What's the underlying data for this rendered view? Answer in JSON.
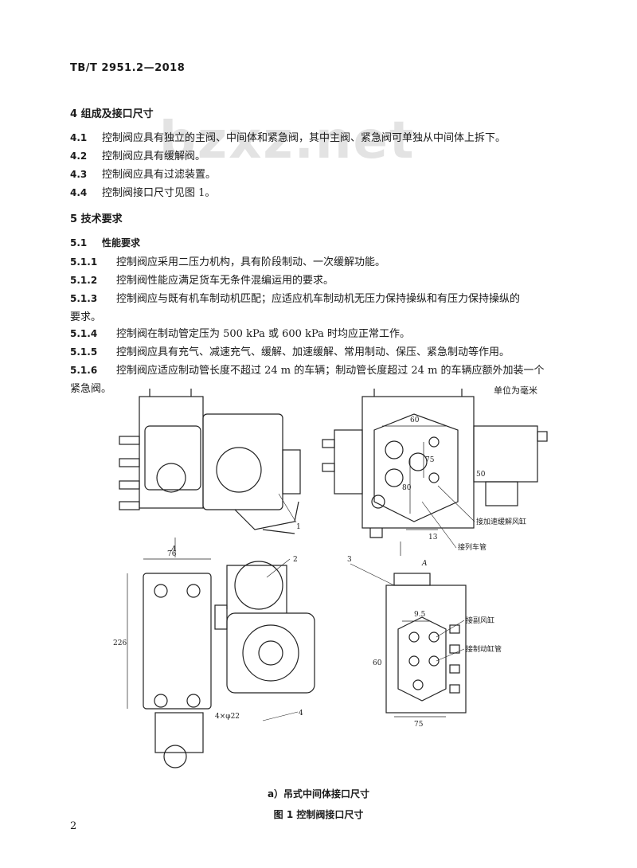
{
  "header": {
    "doc_code": "TB/T 2951.2—2018"
  },
  "watermark": {
    "text": "bzxz.net"
  },
  "sections": {
    "s4_title": "4  组成及接口尺寸",
    "s4_1_num": "4.1",
    "s4_1_text": "控制阀应具有独立的主阀、中间体和紧急阀，其中主阀、紧急阀可单独从中间体上拆下。",
    "s4_2_num": "4.2",
    "s4_2_text": "控制阀应具有缓解阀。",
    "s4_3_num": "4.3",
    "s4_3_text": "控制阀应具有过滤装置。",
    "s4_4_num": "4.4",
    "s4_4_text": "控制阀接口尺寸见图 1。",
    "s5_title": "5  技术要求",
    "s5_1_num": "5.1",
    "s5_1_text": "性能要求",
    "s5_1_1_num": "5.1.1",
    "s5_1_1_text": "控制阀应采用二压力机构，具有阶段制动、一次缓解功能。",
    "s5_1_2_num": "5.1.2",
    "s5_1_2_text": "控制阀性能应满足货车无条件混编运用的要求。",
    "s5_1_3_num": "5.1.3",
    "s5_1_3_text": "控制阀应与既有机车制动机匹配；应适应机车制动机无压力保持操纵和有压力保持操纵的",
    "s5_1_3_cont": "要求。",
    "s5_1_4_num": "5.1.4",
    "s5_1_4_text": "控制阀在制动管定压为 500 kPa 或 600 kPa 时均应正常工作。",
    "s5_1_5_num": "5.1.5",
    "s5_1_5_text": "控制阀应具有充气、减速充气、缓解、加速缓解、常用制动、保压、紧急制动等作用。",
    "s5_1_6_num": "5.1.6",
    "s5_1_6_text": "控制阀应适应制动管长度不超过 24 m 的车辆；制动管长度超过 24 m 的车辆应额外加装一个",
    "s5_1_6_cont": "紧急阀。"
  },
  "figure": {
    "unit_label": "单位为毫米",
    "dim_60": "60",
    "dim_75a": "75",
    "dim_50": "50",
    "dim_80": "80",
    "dim_13": "13",
    "dim_76": "76",
    "dim_226": "226",
    "dim_holes": "4×φ22",
    "dim_9_5": "9.5",
    "dim_60b": "60",
    "dim_75b": "75",
    "lbl_1": "1",
    "lbl_2": "2",
    "lbl_3": "3",
    "lbl_4": "4",
    "view_a": "A",
    "view_a2": "A",
    "lbl_accel_reservoir": "接加速缓解风缸",
    "lbl_train_pipe": "接列车管",
    "lbl_aux_reservoir": "接副风缸",
    "lbl_brake_cylinder": "接制动缸管",
    "caption_sub": "a）吊式中间体接口尺寸",
    "caption_main": "图 1  控制阀接口尺寸"
  },
  "footer": {
    "page_number": "2"
  }
}
